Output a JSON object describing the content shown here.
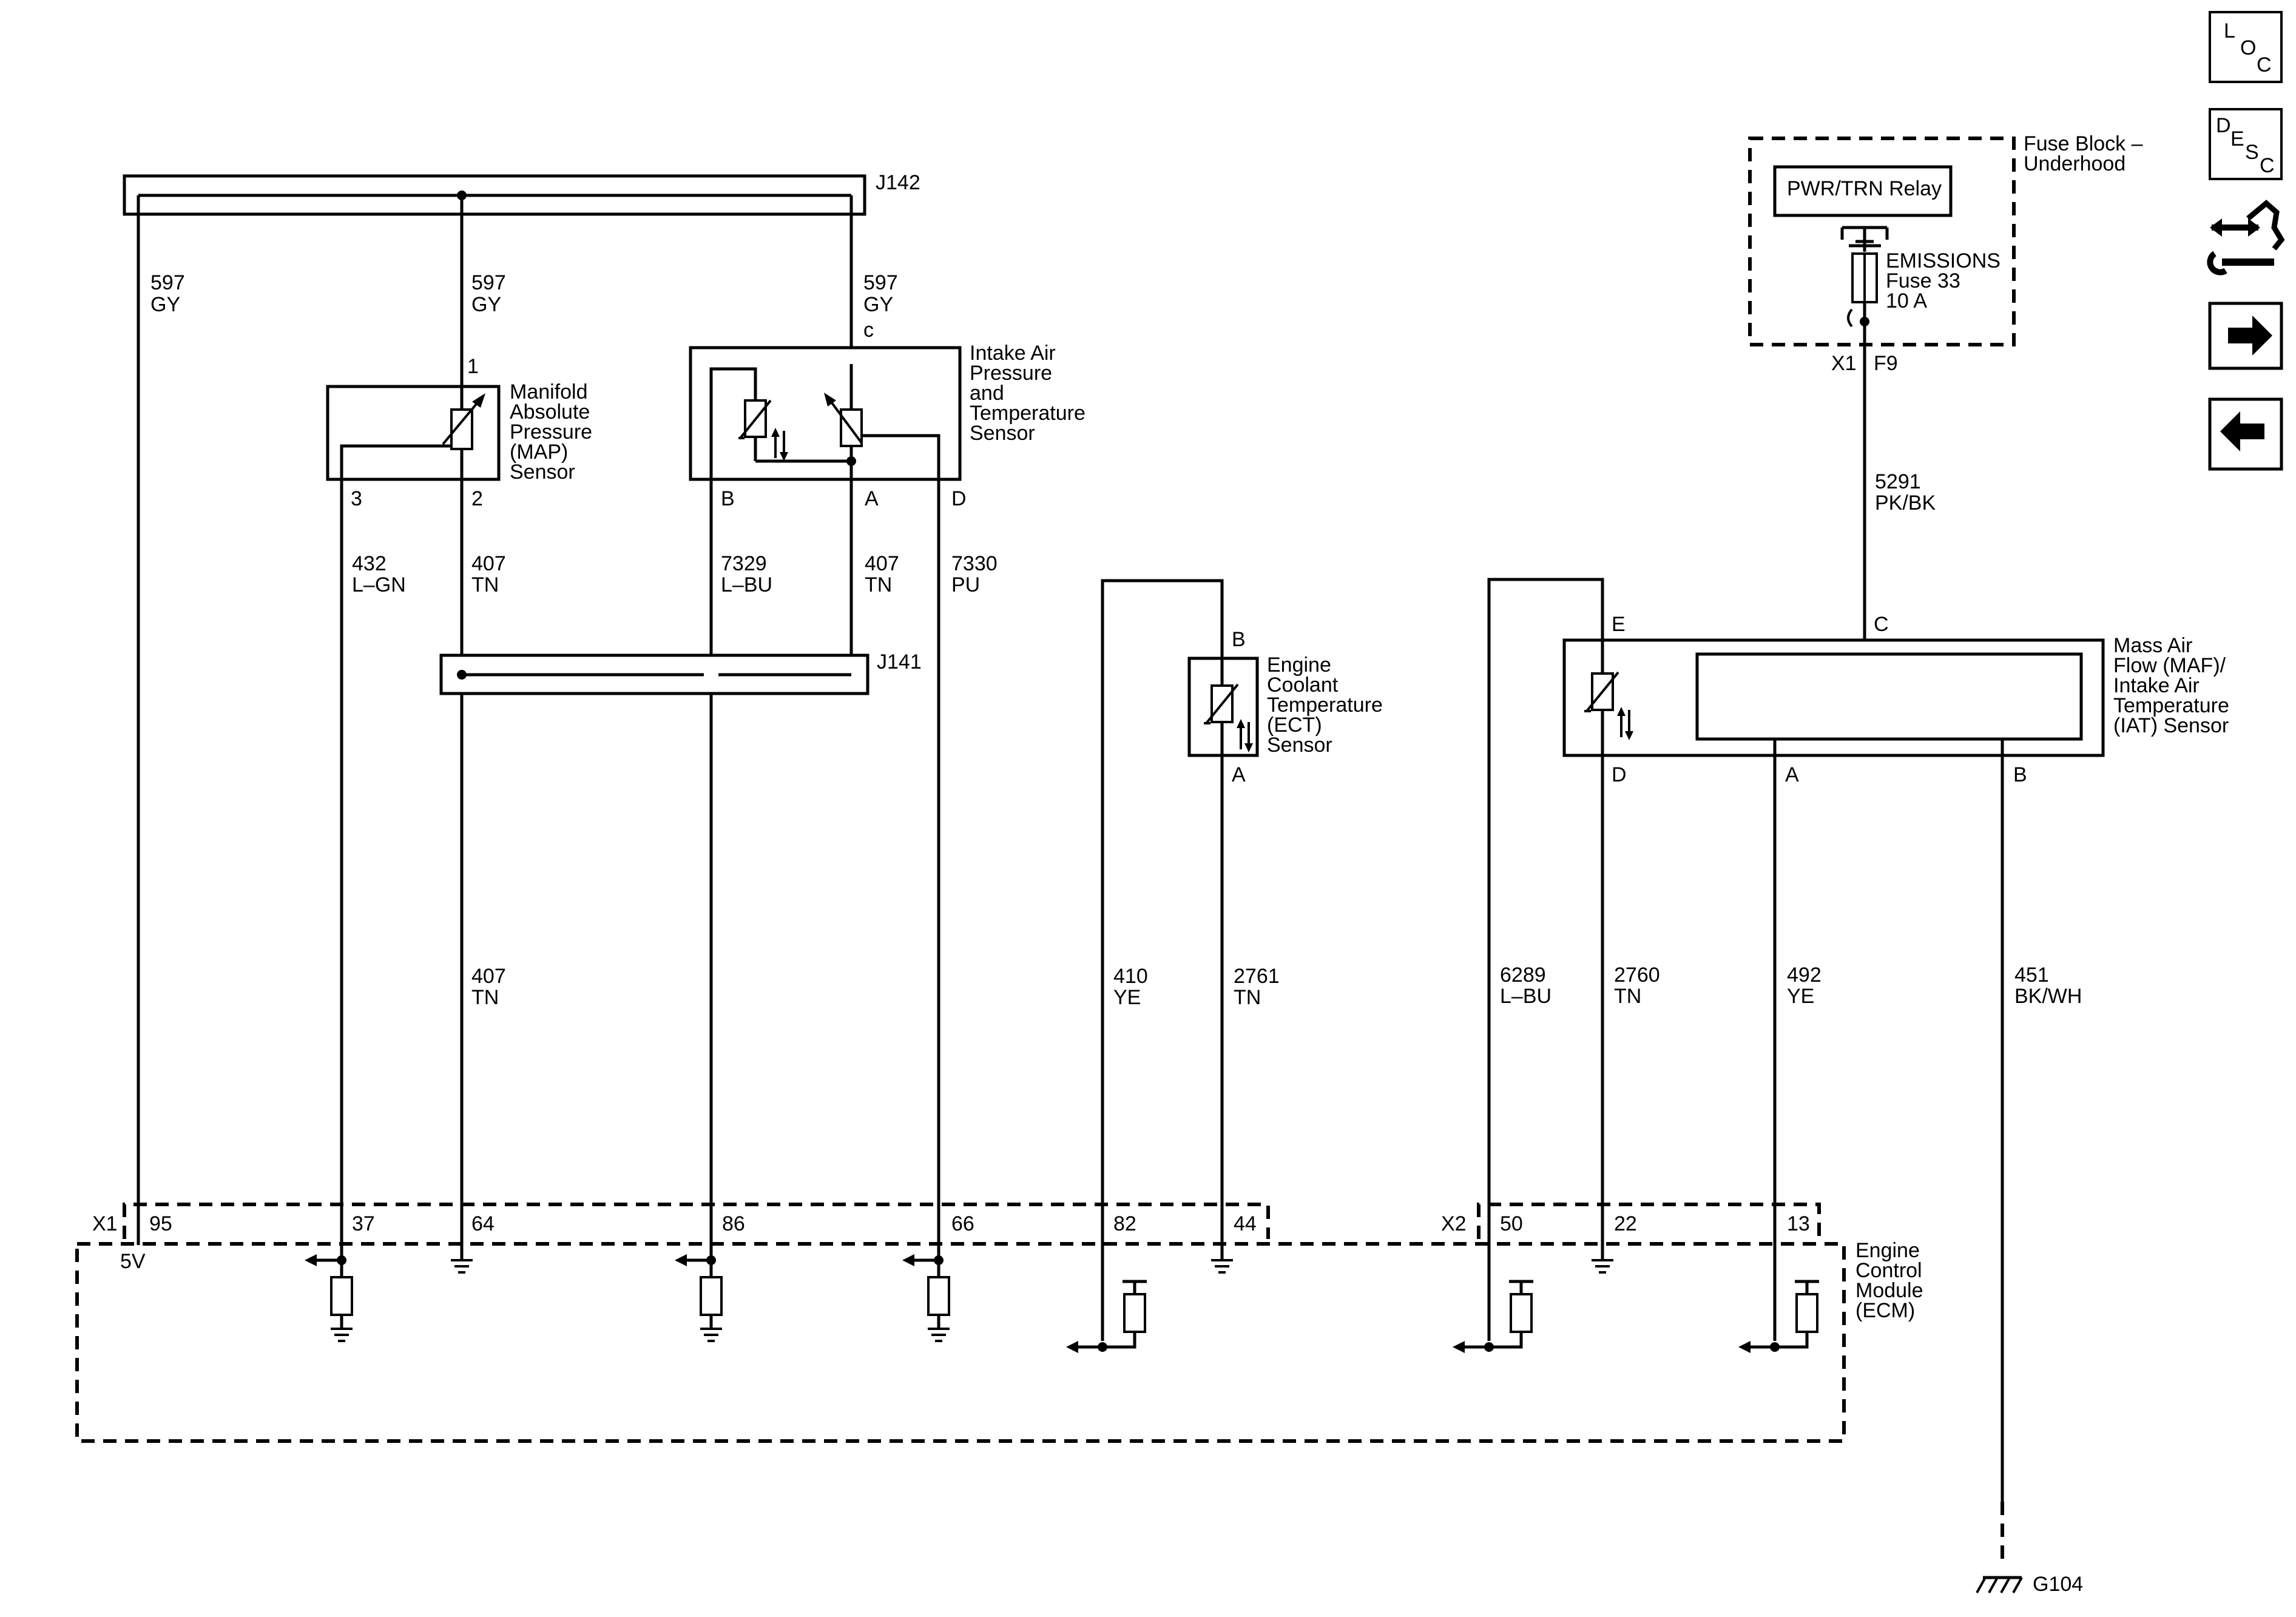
{
  "splices": {
    "j142": "J142",
    "j141": "J141"
  },
  "wires": {
    "w597_left": {
      "circuit": "597",
      "color": "GY"
    },
    "w597_mid": {
      "circuit": "597",
      "color": "GY"
    },
    "w597_right": {
      "circuit": "597",
      "color": "GY"
    },
    "w432": {
      "circuit": "432",
      "color": "L–GN"
    },
    "w407_map": {
      "circuit": "407",
      "color": "TN"
    },
    "w7329": {
      "circuit": "7329",
      "color": "L–BU"
    },
    "w407_iap": {
      "circuit": "407",
      "color": "TN"
    },
    "w7330": {
      "circuit": "7330",
      "color": "PU"
    },
    "w407_lower": {
      "circuit": "407",
      "color": "TN"
    },
    "w410": {
      "circuit": "410",
      "color": "YE"
    },
    "w2761": {
      "circuit": "2761",
      "color": "TN"
    },
    "w6289": {
      "circuit": "6289",
      "color": "L–BU"
    },
    "w2760": {
      "circuit": "2760",
      "color": "TN"
    },
    "w492": {
      "circuit": "492",
      "color": "YE"
    },
    "w451": {
      "circuit": "451",
      "color": "BK/WH"
    },
    "w5291": {
      "circuit": "5291",
      "color": "PK/BK"
    }
  },
  "components": {
    "map_sensor": {
      "lines": [
        "Manifold",
        "Absolute",
        "Pressure",
        "(MAP)",
        "Sensor"
      ],
      "pins": {
        "top": "1",
        "left": "3",
        "right": "2"
      }
    },
    "iap_sensor": {
      "lines": [
        "Intake Air",
        "Pressure",
        "and",
        "Temperature",
        "Sensor"
      ],
      "pins": {
        "top": "c",
        "b": "B",
        "a": "A",
        "d": "D"
      }
    },
    "ect_sensor": {
      "lines": [
        "Engine",
        "Coolant",
        "Temperature",
        "(ECT)",
        "Sensor"
      ],
      "pins": {
        "top": "B",
        "bottom": "A"
      }
    },
    "maf_sensor": {
      "lines": [
        "Mass Air",
        "Flow (MAF)/",
        "Intake Air",
        "Temperature",
        "(IAT) Sensor"
      ],
      "pins": {
        "e": "E",
        "c": "C",
        "d": "D",
        "a": "A",
        "b": "B"
      }
    },
    "fuse_block": {
      "lines": [
        "Fuse Block –",
        "Underhood"
      ],
      "relay": "PWR/TRN Relay",
      "fuse_lines": [
        "EMISSIONS",
        "Fuse 33",
        "10 A"
      ],
      "connector": "X1",
      "pin": "F9"
    },
    "ecm": {
      "lines": [
        "Engine",
        "Control",
        "Module",
        "(ECM)"
      ],
      "x1": "X1",
      "x2": "X2",
      "ref_label": "5V",
      "x1_pins": [
        "95",
        "37",
        "64",
        "86",
        "66",
        "82",
        "44"
      ],
      "x2_pins": [
        "50",
        "22",
        "13"
      ]
    }
  },
  "ground": {
    "label": "G104"
  },
  "nav": {
    "loc": [
      "L",
      "O",
      "C"
    ],
    "desc": [
      "D",
      "E",
      "S",
      "C"
    ],
    "icons": [
      "connector-end-view-icon",
      "next-page-arrow-icon",
      "previous-page-arrow-icon"
    ]
  }
}
